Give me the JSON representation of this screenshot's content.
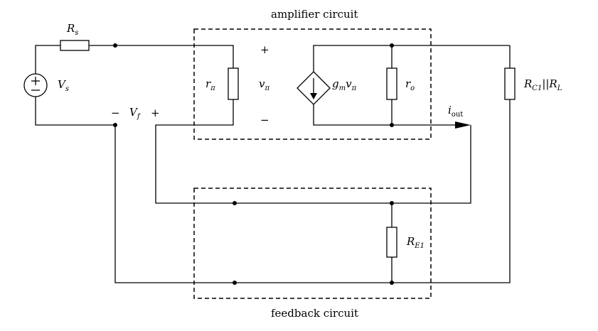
{
  "labels": {
    "amplifier_title": "amplifier circuit",
    "feedback_title": "feedback circuit",
    "Rs": {
      "main": "R",
      "sub": "s"
    },
    "Vs": {
      "main": "V",
      "sub": "s"
    },
    "rpi": {
      "main": "r",
      "sub": "π"
    },
    "vpi": {
      "main": "v",
      "sub": "π"
    },
    "plus_top": "+",
    "minus_bottom": "−",
    "gm": {
      "a": "g",
      "a_sub": "m",
      "b": "v",
      "b_sub": "π"
    },
    "ro": {
      "main": "r",
      "sub": "o"
    },
    "RC1RL": {
      "a": "R",
      "a_sub": "C1",
      "mid": "||",
      "b": "R",
      "b_sub": "L"
    },
    "iout": {
      "main": "i",
      "sub": "out"
    },
    "Vf_minus": "−",
    "Vf": {
      "main": "V",
      "sub": "f"
    },
    "Vf_plus": "+",
    "RE1": {
      "main": "R",
      "sub": "E1"
    }
  }
}
